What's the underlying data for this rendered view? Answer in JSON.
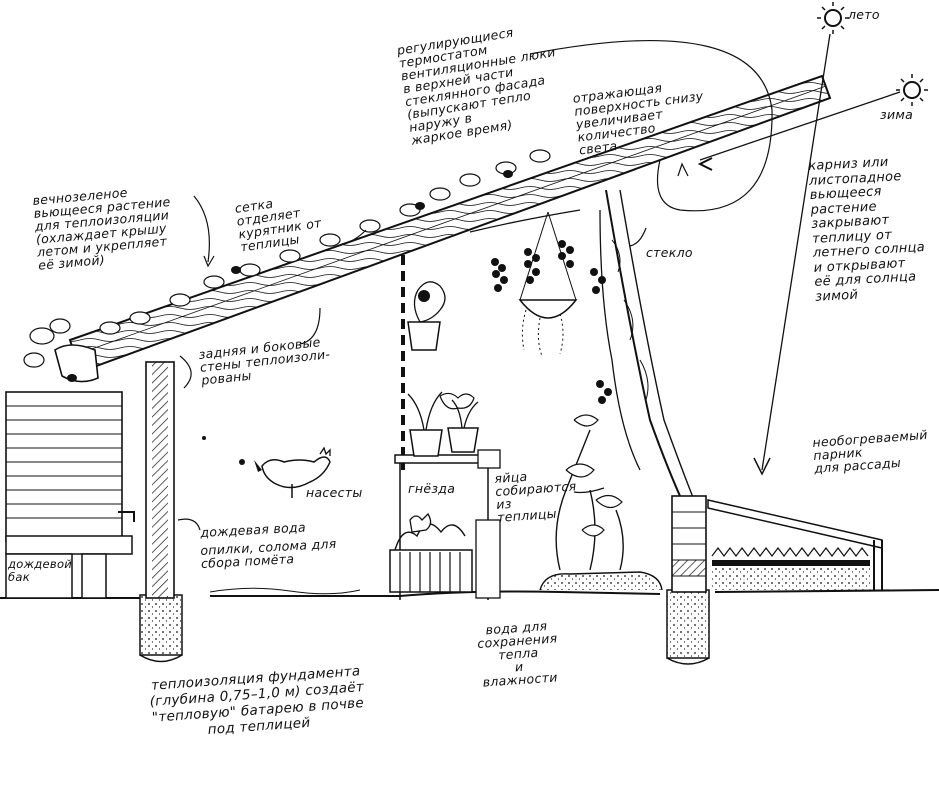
{
  "labels": {
    "summer": "лето",
    "winter": "зима",
    "vents": "регулирующиеся\nтермостатом\nвентиляционные люки\nв верхней части\nстеклянного фасада\n(выпускают тепло\nнаружу в\nжаркое время)",
    "reflective": "отражающая\nповерхность снизу\nувеличивает\nколичество\nсвета",
    "evergreen": "вечнозеленое\nвьющееся растение\nдля теплоизоляции\n(охлаждает крышу\nлетом и укрепляет\nеё зимой)",
    "mesh": "сетка\nотделяет\nкурятник от\nтеплицы",
    "glass": "стекло",
    "eaves": "карниз или\nлистопадное\nвьющееся\nрастение\nзакрывают\nтеплицу от\nлетнего солнца\nи открывают\nеё для солнца\nзимой",
    "walls": "задняя и боковые\nстены теплоизоли-\nрованы",
    "perches": "насесты",
    "nests": "гнёзда",
    "eggs": "яйца\nсобираются\nиз\nтеплицы",
    "coldframe": "необогреваемый\nпарник\nдля рассады",
    "rainwater": "дождевая вода",
    "sawdust": "опилки, солома для\nсбора помёта",
    "raintank": "дождевой\nбак",
    "water": "вода для\nсохранения\nтепла\nи\nвлажности",
    "foundation": "теплоизоляция фундамента\n(глубина 0,75–1,0 м) создаёт\n\"тепловую\" батарею в почве\nпод теплицей"
  },
  "colors": {
    "ink": "#111111",
    "paper": "#ffffff"
  },
  "icons": {
    "sun_summer": "sun-icon",
    "sun_winter": "sun-icon",
    "chicken": "chicken-icon"
  }
}
